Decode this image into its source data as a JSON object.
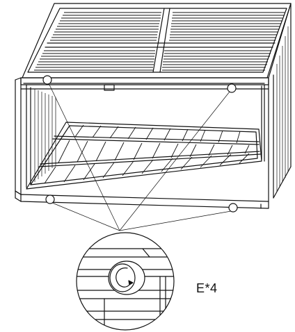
{
  "callout": {
    "label": "E*4"
  },
  "diagram": {
    "part_code": "E",
    "quantity": 4,
    "marker_positions": [
      "top-left-front",
      "top-right-front",
      "bottom-left-front",
      "bottom-right-front"
    ],
    "line_color": "#111111",
    "background": "#ffffff"
  }
}
